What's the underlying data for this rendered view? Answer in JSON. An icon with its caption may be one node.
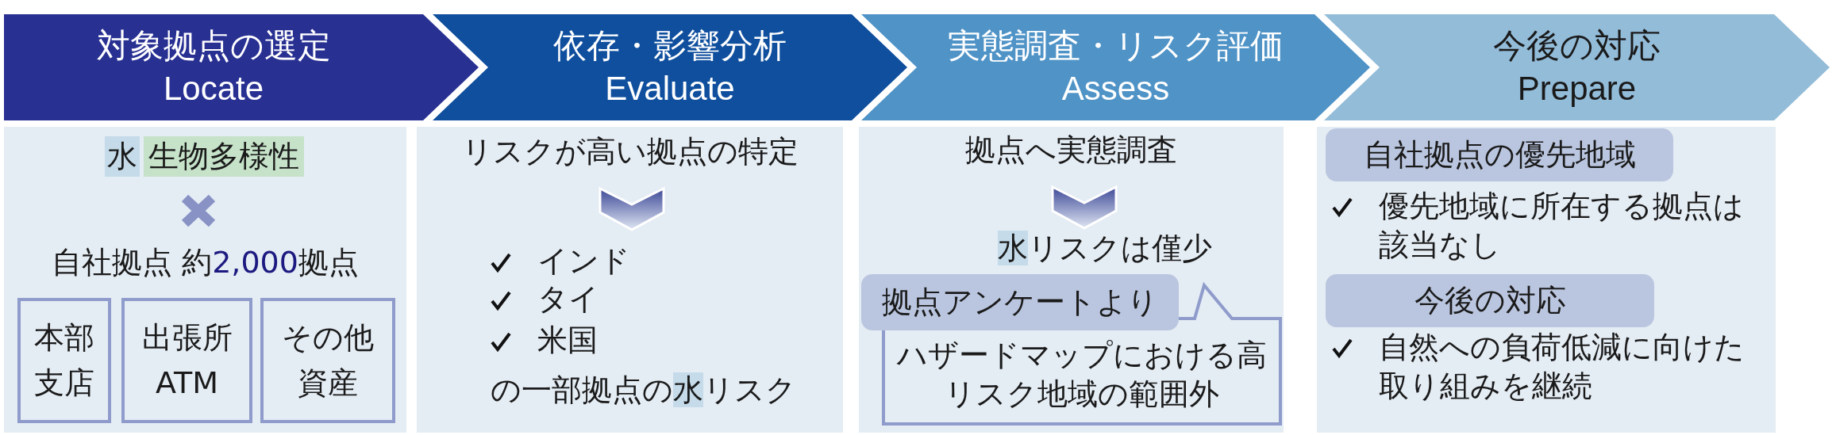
{
  "diagram": {
    "nodes": [
      {
        "text": [
          "対象拠点の選定",
          "Locate"
        ]
      },
      {
        "text": [
          "依存・影響分析",
          "Evaluate"
        ]
      },
      {
        "text": [
          "実態調査・リスク評価",
          "Assess"
        ]
      },
      {
        "text": [
          "今後の対応",
          "Prepare"
        ]
      },
      {
        "text": [
          "水",
          "生物多様性",
          "自社拠点 約**2,000**拠点"
        ]
      },
      {
        "text": [
          "本部支店"
        ],
        "in": 4
      },
      {
        "text": [
          "出張所 ATM"
        ],
        "in": 4
      },
      {
        "text": [
          "その他資産"
        ],
        "in": 4
      },
      {
        "text": [
          "リスクが高い拠点の特定",
          "インド",
          "タイ",
          "米国",
          "の一部拠点の**水**リスク"
        ]
      },
      {
        "text": [
          "拠点へ実態調査",
          "**水**リスクは僅少"
        ]
      },
      {
        "text": [
          "拠点アンケートより"
        ],
        "in": 9
      },
      {
        "text": [
          "ハザードマップにおける高リスク地域の範囲外"
        ],
        "in": 9
      },
      {
        "text": [
          "優先地域に所在する拠点は該当なし",
          "自然への負荷低減に向けた取り組みを継続"
        ]
      },
      {
        "text": [
          "自社拠点の優先地域"
        ],
        "in": 12
      },
      {
        "text": [
          "今後の対応"
        ],
        "in": 12
      }
    ]
  }
}
